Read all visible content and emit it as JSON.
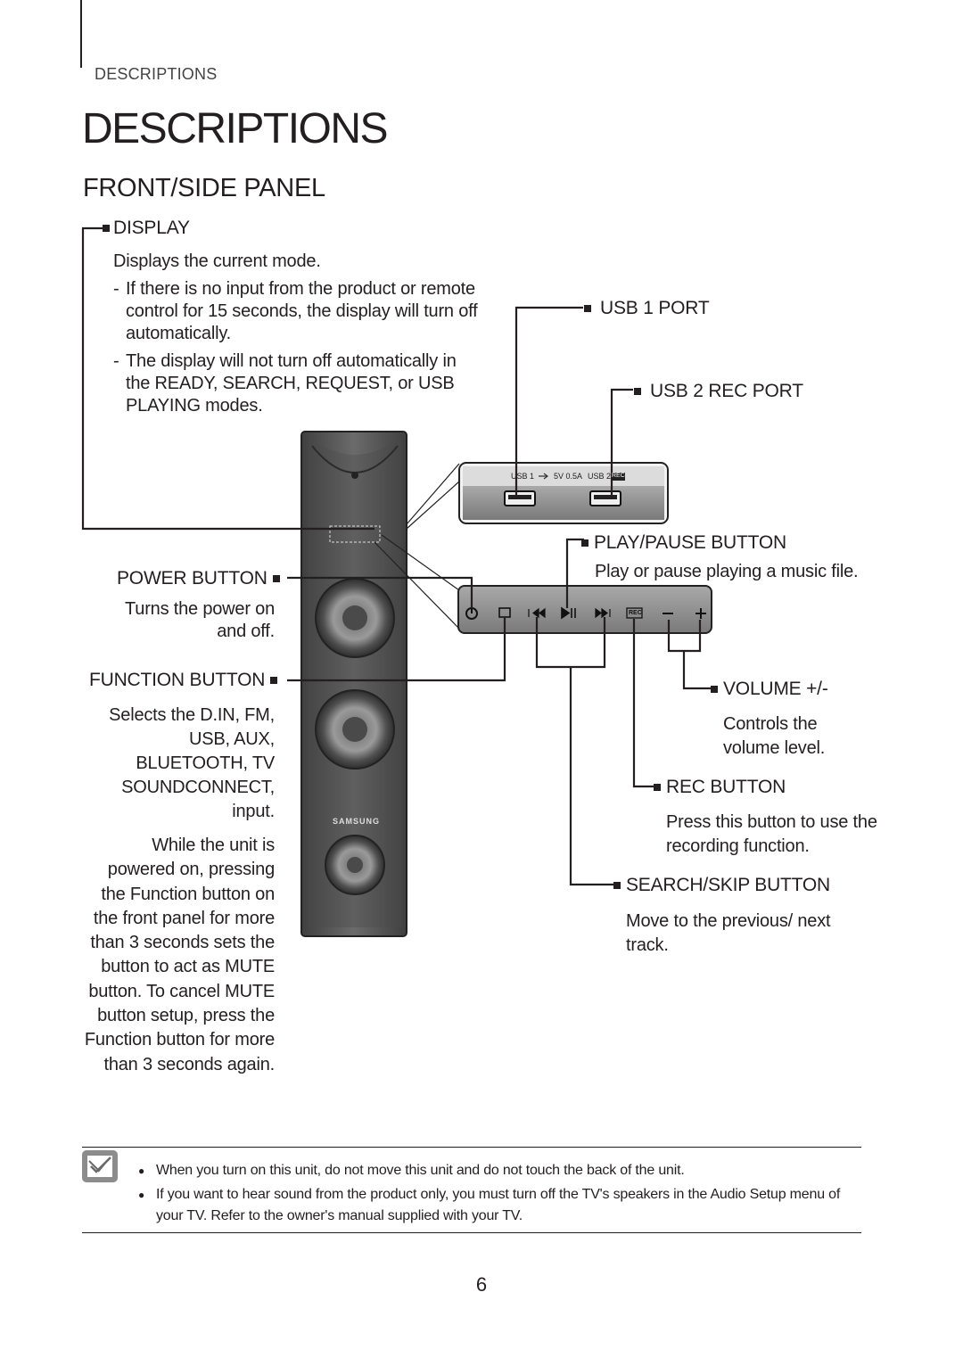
{
  "header": {
    "section_tag": "DESCRIPTIONS",
    "title": "DESCRIPTIONS",
    "subtitle": "FRONT/SIDE PANEL"
  },
  "display": {
    "label": "DISPLAY",
    "desc": "Displays the current mode.",
    "bullets": [
      "If there is no input from the product or remote control for 15 seconds, the display will turn off automatically.",
      "The display will not turn off automatically in the READY, SEARCH, REQUEST, or USB PLAYING modes."
    ]
  },
  "power": {
    "label": "POWER BUTTON",
    "desc": "Turns the power on and off."
  },
  "function": {
    "label": "FUNCTION BUTTON",
    "desc1": "Selects the D.IN, FM, USB, AUX, BLUETOOTH, TV SOUNDCONNECT, input.",
    "desc2": "While the unit is powered on, pressing the Function button on the front panel for more than 3 seconds sets the button to act as MUTE button. To cancel MUTE button setup, press the Function button for more than 3 seconds again."
  },
  "usb1": {
    "label": "USB 1 PORT"
  },
  "usb2": {
    "label": "USB 2 REC PORT"
  },
  "usb_panel": {
    "usb1": "USB 1",
    "spec": "5V 0.5A",
    "usb2": "USB 2",
    "rec": "REC"
  },
  "play_pause": {
    "label": "PLAY/PAUSE BUTTON",
    "desc": "Play or pause playing a music file."
  },
  "volume": {
    "label": "VOLUME +/-",
    "desc": "Controls the volume level."
  },
  "rec": {
    "label": "REC BUTTON",
    "desc": "Press this button to use the recording function."
  },
  "search_skip": {
    "label": "SEARCH/SKIP BUTTON",
    "desc": "Move to the previous/ next track."
  },
  "speaker": {
    "brand": "SAMSUNG"
  },
  "control_strip": {
    "rec_label": "REC",
    "minus": "–",
    "plus": "+"
  },
  "notes": [
    "When you turn on this unit, do not move this unit and do not touch the back of the unit.",
    "If you want to hear sound from the product only, you must turn off the TV's speakers in the Audio Setup menu of your TV. Refer to the owner's manual supplied with your TV."
  ],
  "page_number": "6",
  "colors": {
    "speaker_body": "#5a5a5a",
    "panel": "#8a8a8a",
    "ink": "#231f20"
  }
}
